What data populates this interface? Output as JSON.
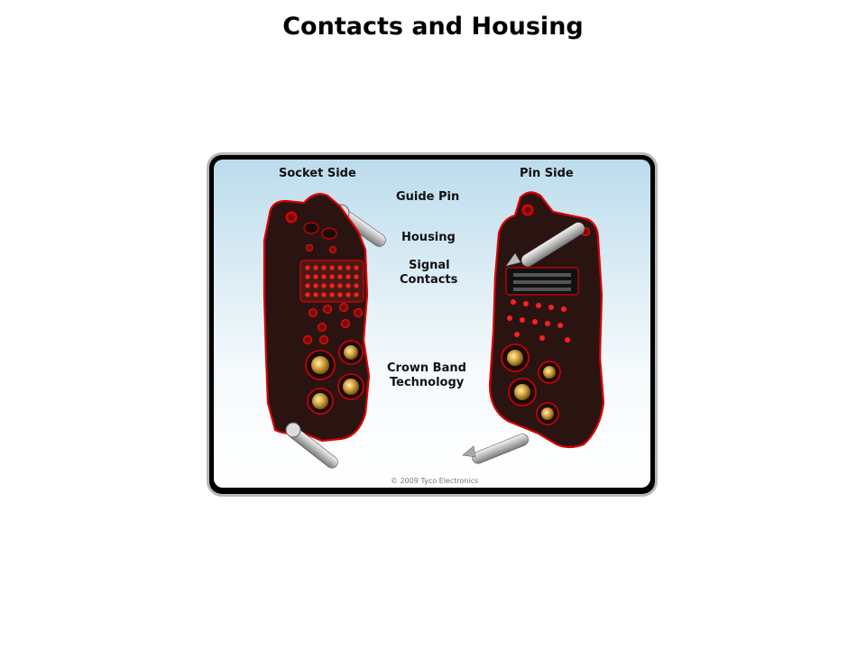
{
  "slide": {
    "title": "Contacts and Housing"
  },
  "figure": {
    "labels": {
      "socket_side": "Socket Side",
      "pin_side": "Pin Side",
      "guide_pin": "Guide Pin",
      "housing": "Housing",
      "signal_contacts_1": "Signal",
      "signal_contacts_2": "Contacts",
      "crown_band_1": "Crown Band",
      "crown_band_2": "Technology"
    },
    "copyright": "© 2009 Tyco Electronics"
  },
  "colors": {
    "housing_fill": "#2a1412",
    "outline": "#d80000",
    "brass": "#c89a3c",
    "pin_metal": "#c8c8c8"
  }
}
